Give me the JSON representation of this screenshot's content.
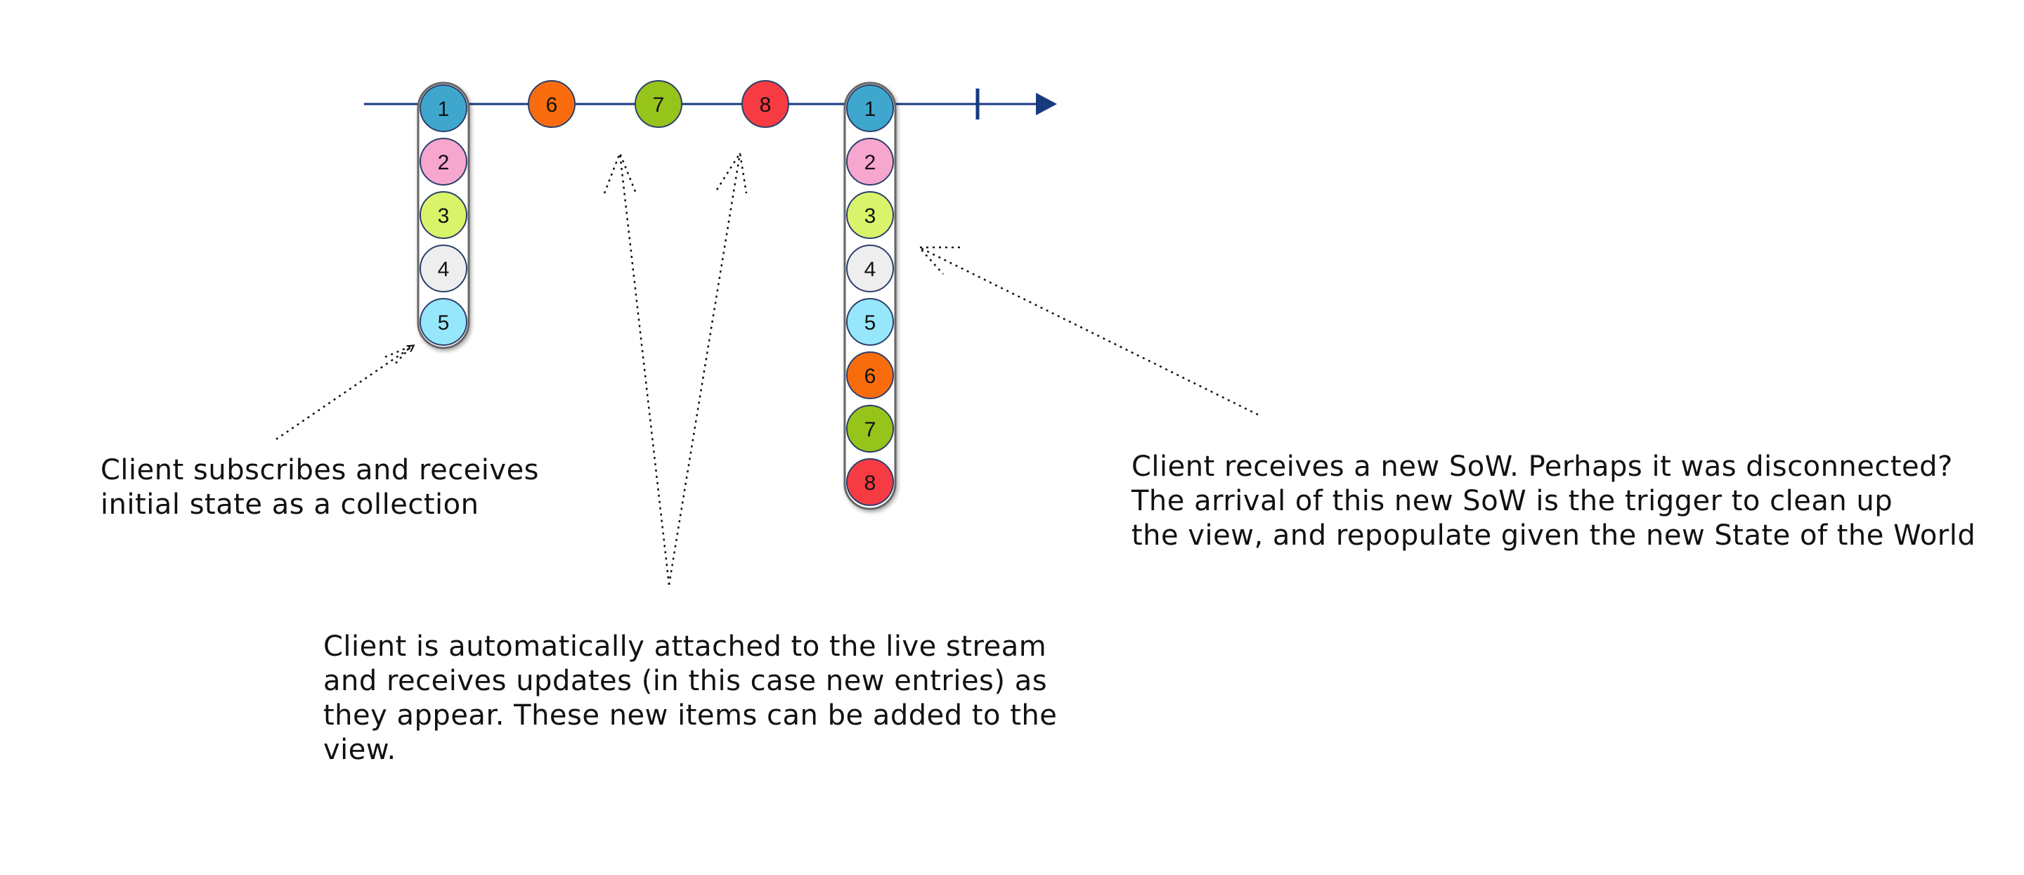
{
  "colors": {
    "axis": "#17397e",
    "item_1": "#3fa7cd",
    "item_2": "#f7a6ce",
    "item_3": "#d9f46a",
    "item_4": "#eeeeee",
    "item_5": "#96e7fb",
    "item_6": "#f96c0e",
    "item_7": "#97c41a",
    "item_8": "#f73b43"
  },
  "timeline": {
    "initial_collection": [
      "1",
      "2",
      "3",
      "4",
      "5"
    ],
    "live_updates": [
      "6",
      "7",
      "8"
    ],
    "new_sow_collection": [
      "1",
      "2",
      "3",
      "4",
      "5",
      "6",
      "7",
      "8"
    ]
  },
  "annotations": {
    "subscribe": {
      "lines": [
        "Client subscribes and receives",
        "initial state as a collection"
      ]
    },
    "live_stream": {
      "lines": [
        "Client is automatically attached to the live stream",
        "and receives updates (in this case new entries) as",
        "they appear. These new items can be added to the",
        "view."
      ]
    },
    "new_sow": {
      "lines": [
        "Client receives a new SoW. Perhaps it was disconnected?",
        "The arrival of this new SoW is the trigger to clean up",
        "the view, and repopulate given the new State of the World"
      ]
    }
  }
}
